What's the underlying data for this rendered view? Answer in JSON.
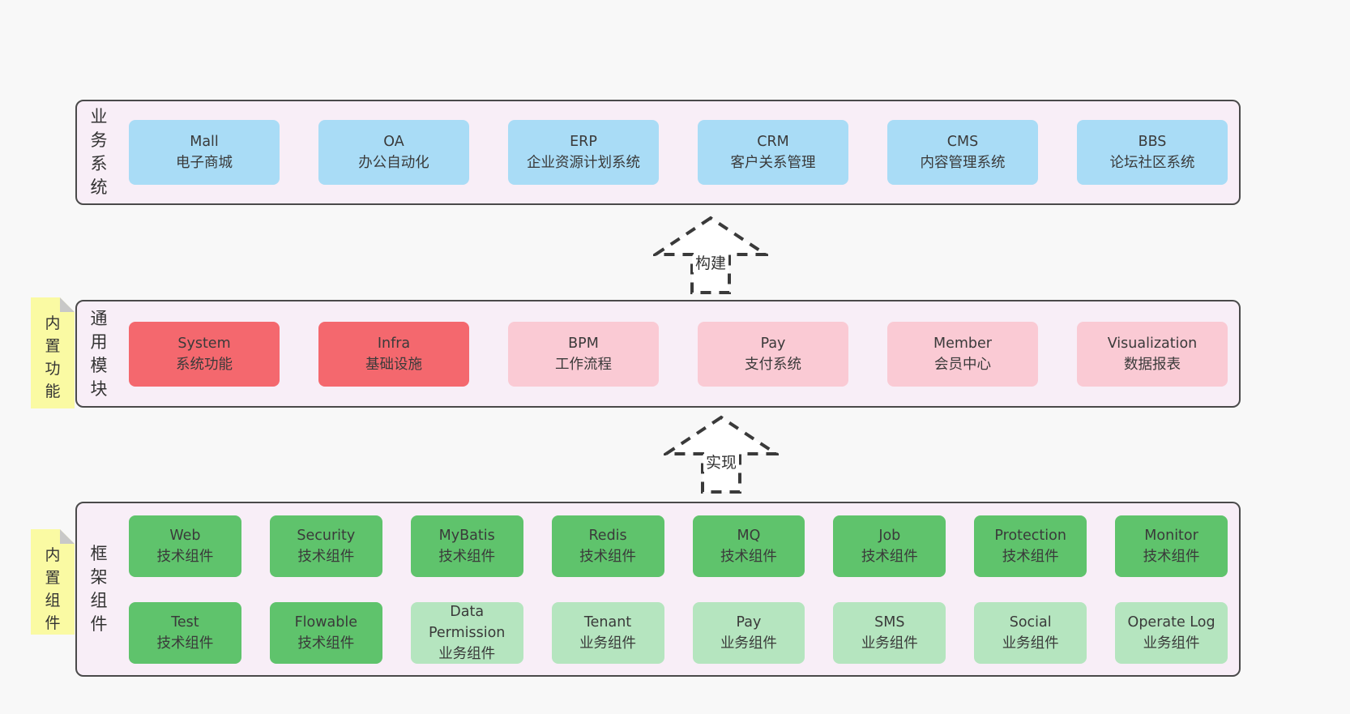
{
  "layers": [
    {
      "id": "business-systems",
      "label": "业务系统",
      "boxes": [
        {
          "name": "Mall",
          "desc": "电子商城",
          "variant": "blue"
        },
        {
          "name": "OA",
          "desc": "办公自动化",
          "variant": "blue"
        },
        {
          "name": "ERP",
          "desc": "企业资源计划系统",
          "variant": "blue"
        },
        {
          "name": "CRM",
          "desc": "客户关系管理",
          "variant": "blue"
        },
        {
          "name": "CMS",
          "desc": "内容管理系统",
          "variant": "blue"
        },
        {
          "name": "BBS",
          "desc": "论坛社区系统",
          "variant": "blue"
        }
      ]
    },
    {
      "id": "common-modules",
      "label": "通用模块",
      "note": "内置功能",
      "boxes": [
        {
          "name": "System",
          "desc": "系统功能",
          "variant": "red"
        },
        {
          "name": "Infra",
          "desc": "基础设施",
          "variant": "red"
        },
        {
          "name": "BPM",
          "desc": "工作流程",
          "variant": "pink"
        },
        {
          "name": "Pay",
          "desc": "支付系统",
          "variant": "pink"
        },
        {
          "name": "Member",
          "desc": "会员中心",
          "variant": "pink"
        },
        {
          "name": "Visualization",
          "desc": "数据报表",
          "variant": "pink"
        }
      ]
    },
    {
      "id": "framework-components",
      "label": "框架组件",
      "note": "内置组件",
      "rows": [
        [
          {
            "name": "Web",
            "desc": "技术组件",
            "variant": "green"
          },
          {
            "name": "Security",
            "desc": "技术组件",
            "variant": "green"
          },
          {
            "name": "MyBatis",
            "desc": "技术组件",
            "variant": "green"
          },
          {
            "name": "Redis",
            "desc": "技术组件",
            "variant": "green"
          },
          {
            "name": "MQ",
            "desc": "技术组件",
            "variant": "green"
          },
          {
            "name": "Job",
            "desc": "技术组件",
            "variant": "green"
          },
          {
            "name": "Protection",
            "desc": "技术组件",
            "variant": "green"
          },
          {
            "name": "Monitor",
            "desc": "技术组件",
            "variant": "green"
          }
        ],
        [
          {
            "name": "Test",
            "desc": "技术组件",
            "variant": "green"
          },
          {
            "name": "Flowable",
            "desc": "技术组件",
            "variant": "green"
          },
          {
            "name": "Data Permission",
            "desc": "业务组件",
            "variant": "lightgreen"
          },
          {
            "name": "Tenant",
            "desc": "业务组件",
            "variant": "lightgreen"
          },
          {
            "name": "Pay",
            "desc": "业务组件",
            "variant": "lightgreen"
          },
          {
            "name": "SMS",
            "desc": "业务组件",
            "variant": "lightgreen"
          },
          {
            "name": "Social",
            "desc": "业务组件",
            "variant": "lightgreen"
          },
          {
            "name": "Operate Log",
            "desc": "业务组件",
            "variant": "lightgreen"
          }
        ]
      ]
    }
  ],
  "arrows": [
    {
      "label": "构建"
    },
    {
      "label": "实现"
    }
  ],
  "colors": {
    "page_background": "#f8f8f8",
    "container_fill": "#f8eef7",
    "container_border": "#4a4a4a",
    "box_blue": "#a9dcf6",
    "box_red": "#f4686e",
    "box_pink": "#facad4",
    "box_green": "#5fc36c",
    "box_light_green": "#b5e5bf",
    "note_yellow": "#fafaa3",
    "note_fold_gray": "#c8c8c8",
    "arrow_stroke": "#3a3a3a",
    "text": "#3a3a3a"
  }
}
